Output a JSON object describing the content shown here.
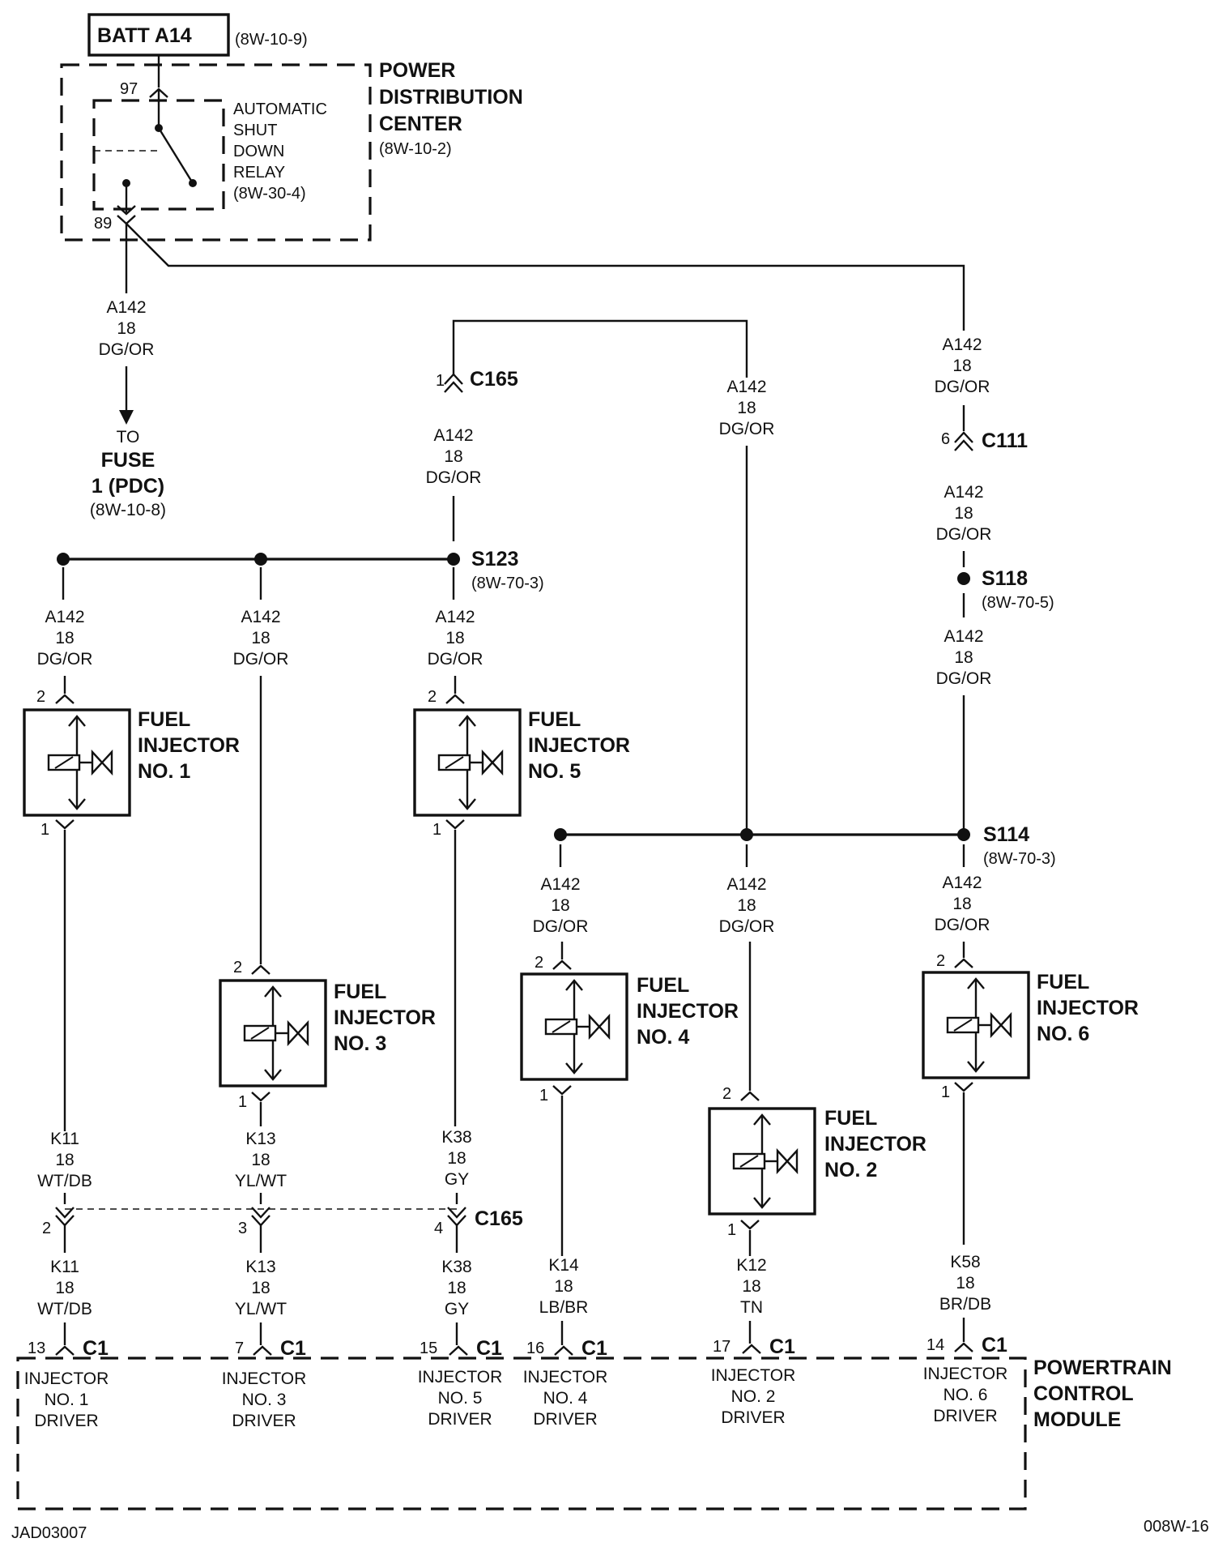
{
  "batt": {
    "label": "BATT A14",
    "ref": "(8W-10-9)"
  },
  "pdc": {
    "line1": "POWER",
    "line2": "DISTRIBUTION",
    "line3": "CENTER",
    "ref": "(8W-10-2)",
    "pin_in": "97",
    "pin_out": "89"
  },
  "asd": {
    "line1": "AUTOMATIC",
    "line2": "SHUT",
    "line3": "DOWN",
    "line4": "RELAY",
    "ref": "(8W-30-4)"
  },
  "wire": {
    "circuit": "A142",
    "gauge": "18",
    "color": "DG/OR"
  },
  "fuse": {
    "to": "TO",
    "line1": "FUSE",
    "line2": "1 (PDC)",
    "ref": "(8W-10-8)"
  },
  "connectors": {
    "c165_top": {
      "pin": "1",
      "name": "C165"
    },
    "c111": {
      "pin": "6",
      "name": "C111"
    },
    "c165_mid": {
      "name": "C165",
      "pin_a": "2",
      "pin_b": "3",
      "pin_c": "4"
    }
  },
  "splices": {
    "s123": {
      "name": "S123",
      "ref": "(8W-70-3)"
    },
    "s118": {
      "name": "S118",
      "ref": "(8W-70-5)"
    },
    "s114": {
      "name": "S114",
      "ref": "(8W-70-3)"
    }
  },
  "injectors": {
    "inj1": {
      "line1": "FUEL",
      "line2": "INJECTOR",
      "line3": "NO. 1",
      "pin_top": "2",
      "pin_bot": "1"
    },
    "inj3": {
      "line1": "FUEL",
      "line2": "INJECTOR",
      "line3": "NO. 3",
      "pin_top": "2",
      "pin_bot": "1"
    },
    "inj5": {
      "line1": "FUEL",
      "line2": "INJECTOR",
      "line3": "NO. 5",
      "pin_top": "2",
      "pin_bot": "1"
    },
    "inj4": {
      "line1": "FUEL",
      "line2": "INJECTOR",
      "line3": "NO. 4",
      "pin_top": "2",
      "pin_bot": "1"
    },
    "inj2": {
      "line1": "FUEL",
      "line2": "INJECTOR",
      "line3": "NO. 2",
      "pin_top": "2",
      "pin_bot": "1"
    },
    "inj6": {
      "line1": "FUEL",
      "line2": "INJECTOR",
      "line3": "NO. 6",
      "pin_top": "2",
      "pin_bot": "1"
    }
  },
  "driver_wires": {
    "k11": {
      "circuit": "K11",
      "gauge": "18",
      "color": "WT/DB"
    },
    "k13": {
      "circuit": "K13",
      "gauge": "18",
      "color": "YL/WT"
    },
    "k38": {
      "circuit": "K38",
      "gauge": "18",
      "color": "GY"
    },
    "k14": {
      "circuit": "K14",
      "gauge": "18",
      "color": "LB/BR"
    },
    "k12": {
      "circuit": "K12",
      "gauge": "18",
      "color": "TN"
    },
    "k58": {
      "circuit": "K58",
      "gauge": "18",
      "color": "BR/DB"
    }
  },
  "pcm": {
    "line1": "POWERTRAIN",
    "line2": "CONTROL",
    "line3": "MODULE",
    "connector": "C1",
    "drivers": {
      "d1": {
        "pin": "13",
        "line1": "INJECTOR",
        "line2": "NO. 1",
        "line3": "DRIVER"
      },
      "d3": {
        "pin": "7",
        "line1": "INJECTOR",
        "line2": "NO. 3",
        "line3": "DRIVER"
      },
      "d5": {
        "pin": "15",
        "line1": "INJECTOR",
        "line2": "NO. 5",
        "line3": "DRIVER"
      },
      "d4": {
        "pin": "16",
        "line1": "INJECTOR",
        "line2": "NO. 4",
        "line3": "DRIVER"
      },
      "d2": {
        "pin": "17",
        "line1": "INJECTOR",
        "line2": "NO. 2",
        "line3": "DRIVER"
      },
      "d6": {
        "pin": "14",
        "line1": "INJECTOR",
        "line2": "NO. 6",
        "line3": "DRIVER"
      }
    }
  },
  "footer": {
    "left": "JAD03007",
    "right": "008W-16"
  }
}
